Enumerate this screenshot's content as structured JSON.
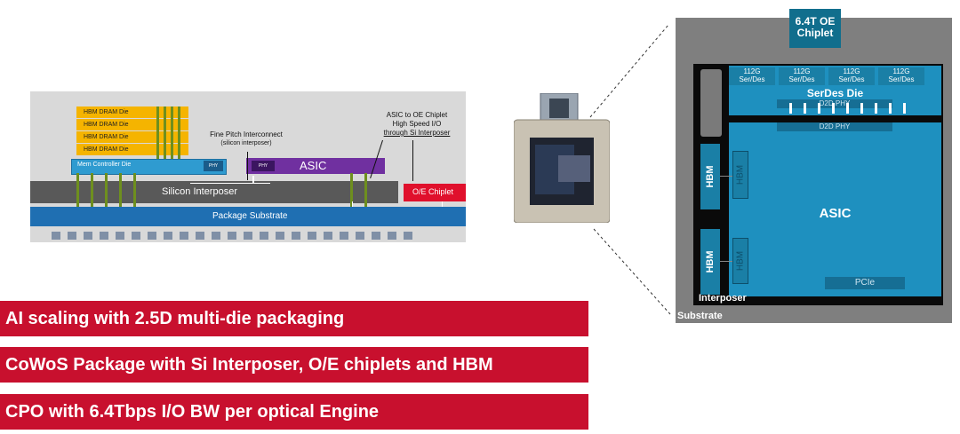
{
  "cross_section": {
    "hbm_labels": [
      "HBM DRAM Die",
      "HBM DRAM Die",
      "HBM DRAM Die",
      "HBM DRAM Die"
    ],
    "mem_controller": "Mem Controller Die",
    "phy_label": "PHY",
    "asic": "ASIC",
    "interposer": "Silicon Interposer",
    "oe_chiplet": "O/E Chiplet",
    "substrate": "Package Substrate",
    "fine_pitch_line1": "Fine Pitch Interconnect",
    "fine_pitch_line2": "(silicon interposer)",
    "asic_oe_line1": "ASIC to OE Chiplet",
    "asic_oe_line2": "High Speed I/O",
    "asic_oe_line3": "through Si Interposer"
  },
  "bullets": [
    "AI scaling with 2.5D multi-die packaging",
    "CoWoS Package with Si Interposer, O/E chiplets and HBM",
    "CPO with 6.4Tbps I/O BW per optical Engine"
  ],
  "floorplan": {
    "oe_chiplet_line1": "6.4T OE",
    "oe_chiplet_line2": "Chiplet",
    "serdes_blocks": [
      {
        "l1": "112G",
        "l2": "Ser/Des"
      },
      {
        "l1": "112G",
        "l2": "Ser/Des"
      },
      {
        "l1": "112G",
        "l2": "Ser/Des"
      },
      {
        "l1": "112G",
        "l2": "Ser/Des"
      }
    ],
    "serdes_die": "SerDes Die",
    "d2d_phy_top": "D2D PHY",
    "d2d_phy_bottom": "D2D PHY",
    "hbm_labels": [
      "HBM",
      "HBM"
    ],
    "hbm_side_labels": [
      "HBM",
      "HBM"
    ],
    "asic": "ASIC",
    "pcie": "PCIe",
    "interposer": "Interposer",
    "substrate": "Substrate"
  },
  "colors": {
    "bullet_red": "#c8102e",
    "hbm_yellow": "#f5b400",
    "asic_purple": "#7030a0",
    "die_blue": "#1a7fa6",
    "substrate_blue": "#1f6fb2"
  }
}
